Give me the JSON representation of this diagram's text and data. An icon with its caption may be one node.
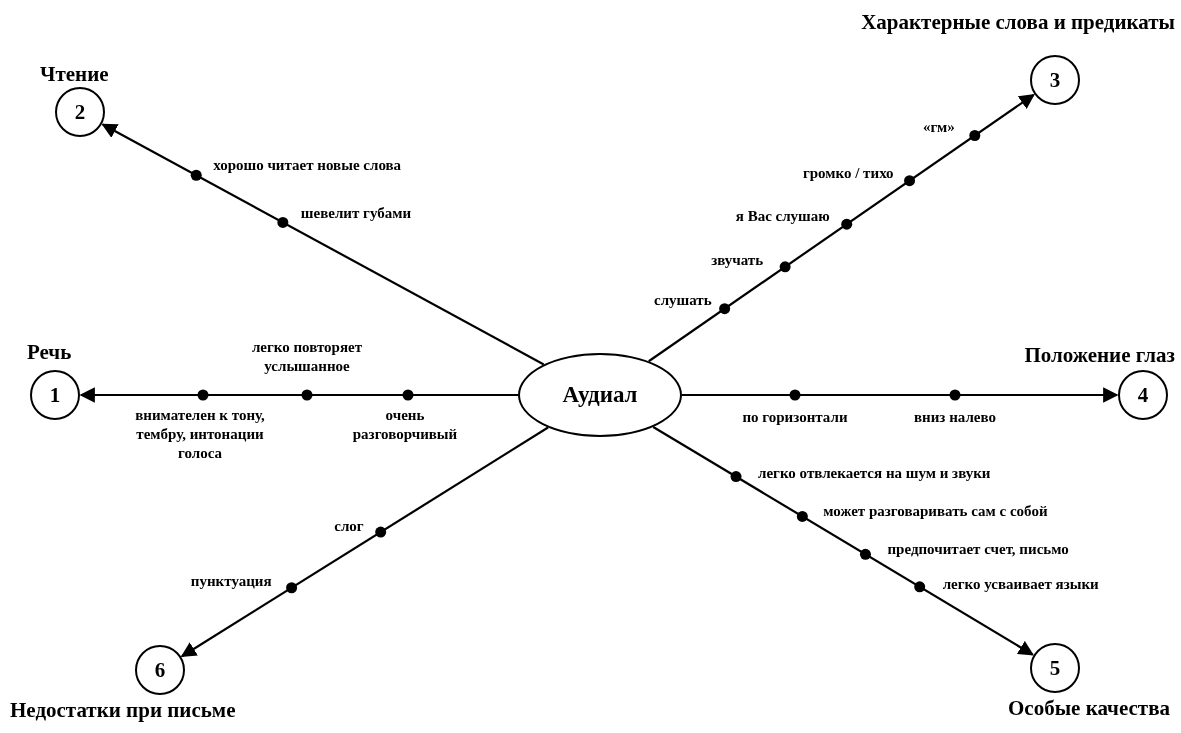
{
  "diagram": {
    "nodes": [
      {
        "text": [
          "Аудиал"
        ]
      },
      {
        "text": [
          "Речь",
          "1"
        ]
      },
      {
        "text": [
          "Чтение",
          "2"
        ]
      },
      {
        "text": [
          "Характерные слова и предикаты",
          "3"
        ]
      },
      {
        "text": [
          "Положение глаз",
          "4"
        ]
      },
      {
        "text": [
          "5",
          "Особые качества"
        ]
      },
      {
        "text": [
          "6",
          "Недостатки при письме"
        ]
      }
    ],
    "edges": [
      {
        "from": 0,
        "to": 1,
        "arrow": "to"
      },
      {
        "from": 0,
        "to": 2,
        "arrow": "to"
      },
      {
        "from": 0,
        "to": 3,
        "arrow": "to"
      },
      {
        "from": 0,
        "to": 4,
        "arrow": "to"
      },
      {
        "from": 0,
        "to": 5,
        "arrow": "to"
      },
      {
        "from": 0,
        "to": 6,
        "arrow": "to"
      }
    ],
    "labels": [
      "«гм»",
      "хорошо читает новые слова",
      "громко / тихо",
      "шевелит губами",
      "я Вас слушаю",
      "звучать",
      "слушать",
      "легко повторяет услышанное",
      "внимателен к тону, тембру, интонации голоса",
      "очень разговорчивый",
      "по горизонтали",
      "вниз налево",
      "легко отвлекается на шум и звуки",
      "может разговаривать сам с собой",
      "слог",
      "предпочитает счет, письмо",
      "пунктуация",
      "легко усваивает языки"
    ]
  }
}
